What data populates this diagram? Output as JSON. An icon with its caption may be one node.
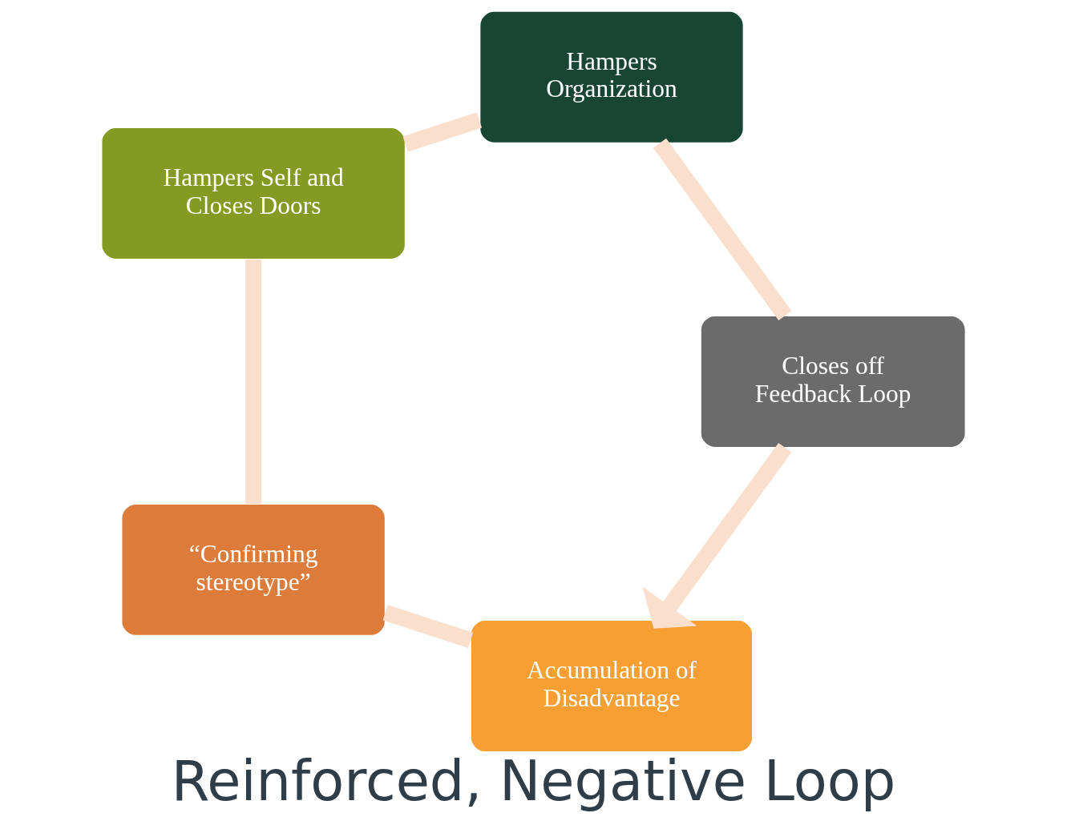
{
  "diagram": {
    "title": "Reinforced, Negative Loop",
    "nodes": [
      {
        "text": [
          "Accumulation of Disadvantage"
        ]
      },
      {
        "text": [
          "Closes off Feedback Loop"
        ]
      },
      {
        "text": [
          "“Confirming stereotype”"
        ]
      },
      {
        "text": [
          "Hampers Organization"
        ]
      },
      {
        "text": [
          "Hampers Self and Closes Doors"
        ]
      }
    ],
    "edges": [
      {
        "from": 0,
        "to": 2,
        "arrow": "none"
      },
      {
        "from": 2,
        "to": 4,
        "arrow": "none"
      },
      {
        "from": 4,
        "to": 3,
        "arrow": "none"
      },
      {
        "from": 3,
        "to": 1,
        "arrow": "none"
      },
      {
        "from": 1,
        "to": 0,
        "arrow": "to"
      }
    ]
  }
}
